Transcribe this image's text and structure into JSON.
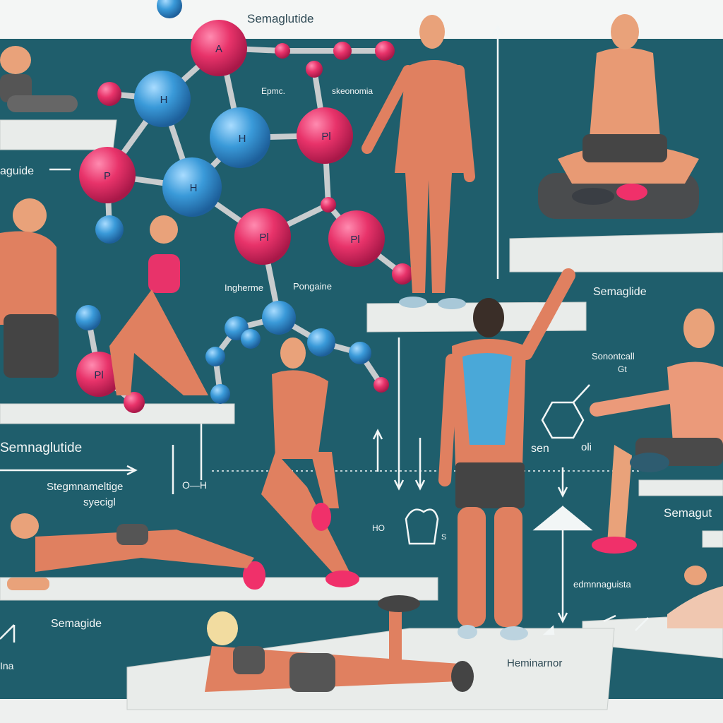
{
  "title_top": "Semaglutide",
  "labels": {
    "epmc": "Epmc.",
    "skeonomia": "skeonomia",
    "aguide": "aguide",
    "semaglide_right": "Semaglide",
    "ingherme": "Ingherme",
    "pongaine": "Pongaine",
    "semnaglutide": "Semnaglutide",
    "stegmnameltige": "Stegmnameltige",
    "syecigl": "syecigl",
    "sonontcall": "Sonontcall",
    "gt": "Gt",
    "sen": "sen",
    "oli": "oli",
    "semagut": "Semagut",
    "edmnnaguista": "edmnnaguista",
    "semagide": "Semagide",
    "heminarnor": "Heminarnor",
    "ina": "Ina",
    "oh_formula": "O—H",
    "ho_ring": "HO",
    "s_ring": "S"
  },
  "atoms": [
    {
      "label": "A",
      "kind": "pink"
    },
    {
      "label": "H",
      "kind": "blue"
    },
    {
      "label": "H",
      "kind": "blue"
    },
    {
      "label": "H",
      "kind": "blue"
    },
    {
      "label": "Pl",
      "kind": "pink"
    },
    {
      "label": "P",
      "kind": "pink"
    },
    {
      "label": "Pl",
      "kind": "pink"
    },
    {
      "label": "Pl",
      "kind": "pink"
    },
    {
      "label": "Pl",
      "kind": "pink"
    }
  ],
  "colors": {
    "background": "#1f5e6c",
    "atom_pink": "#e8336a",
    "atom_blue": "#3a9ad9",
    "skin": "#e9a27a",
    "muscle": "#d9674f",
    "platform": "#e9ecea",
    "shoe": "#f0306a"
  }
}
